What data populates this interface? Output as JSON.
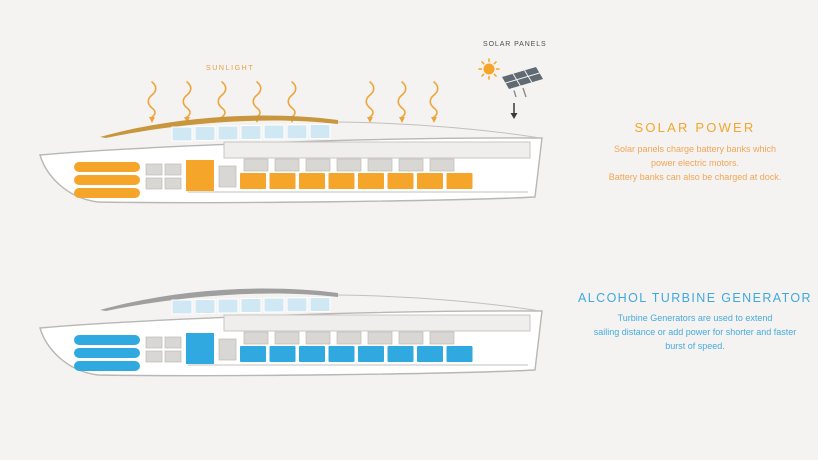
{
  "palette": {
    "background": "#f4f3f1",
    "solar_accent": "#f5a62a",
    "solar_roof": "#c8963c",
    "turbine_accent": "#2fa9e0",
    "window_blue": "#cfe8f4",
    "machinery_gray": "#d9d7d4"
  },
  "solar_section": {
    "sunlight_label": "SUNLIGHT",
    "solar_panels_label": "SOLAR PANELS",
    "title": "SOLAR POWER",
    "description": [
      "Solar panels charge battery banks which",
      "power electric motors.",
      "Battery banks can also be charged at dock."
    ]
  },
  "turbine_section": {
    "title": "ALCOHOL TURBINE GENERATOR",
    "description": [
      "Turbine Generators are used to extend",
      "sailing distance or add power for shorter and faster",
      "burst of speed."
    ]
  }
}
